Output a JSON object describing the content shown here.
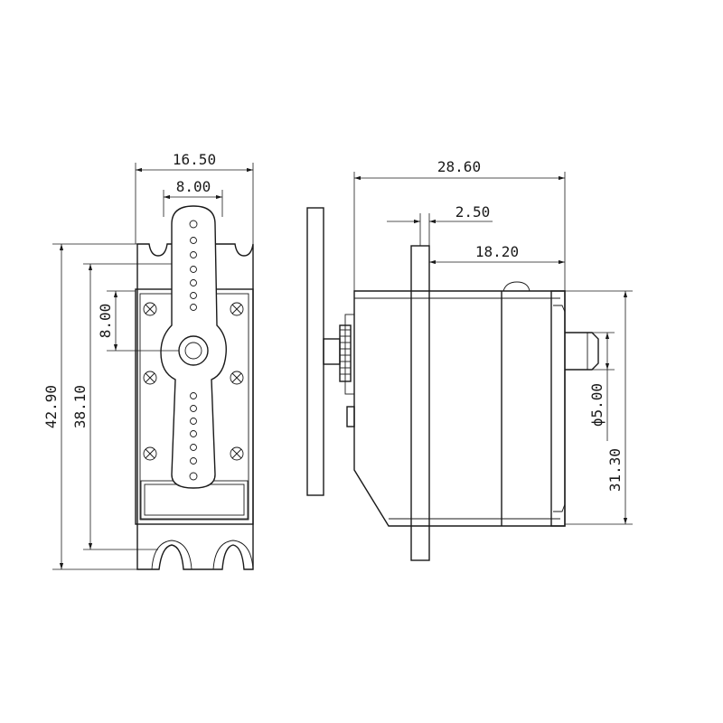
{
  "dimensions": {
    "front_overall_width": "16.50",
    "front_horn_width": "8.00",
    "front_horn_offset": "8.00",
    "front_overall_height": "42.90",
    "front_mount_height": "38.10",
    "side_overall_length": "28.60",
    "side_flange_thickness": "2.50",
    "side_body_length": "18.20",
    "side_shaft_diameter": "ϕ5.00",
    "side_body_height": "31.30"
  },
  "colors": {
    "line": "#1a1a1a",
    "background": "#ffffff"
  }
}
